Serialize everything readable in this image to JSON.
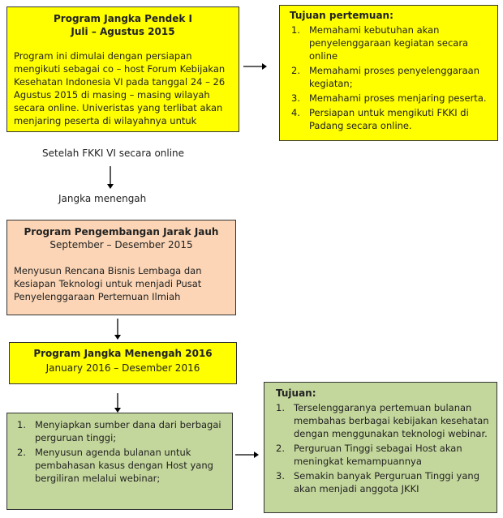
{
  "box1": {
    "title": "Program Jangka Pendek I",
    "period": "Juli – Agustus 2015",
    "body": "Program ini dimulai dengan persiapan mengikuti sebagai co – host Forum Kebijakan Kesehatan Indonesia VI pada tanggal 24 – 26 Agustus 2015 di masing – masing wilayah secara online. Univeristas yang terlibat akan menjaring peserta di wilayahnya untuk"
  },
  "goal1": {
    "heading": "Tujuan pertemuan:",
    "items": [
      {
        "num": "1.",
        "text": "Memahami kebutuhan akan penyelenggaraan  kegiatan secara online"
      },
      {
        "num": "2.",
        "text": "Memahami proses penyelenggaraan kegiatan;"
      },
      {
        "num": "3.",
        "text": "Memahami proses menjaring  peserta."
      },
      {
        "num": "4.",
        "text": "Persiapan untuk mengikuti FKKI di Padang secara online."
      }
    ]
  },
  "label_after": "Setelah FKKI VI secara online",
  "label_mid": "Jangka menengah",
  "box2": {
    "title": "Program Pengembangan Jarak Jauh",
    "period": "September – Desember 2015",
    "body": "Menyusun Rencana Bisnis Lembaga dan Kesiapan Teknologi untuk menjadi Pusat Penyelenggaraan  Pertemuan Ilmiah"
  },
  "box3": {
    "title": "Program Jangka Menengah 2016",
    "period": "January 2016 – Desember 2016"
  },
  "box4": {
    "items": [
      {
        "num": "1.",
        "text": "Menyiapkan sumber dana dari berbagai perguruan tinggi;"
      },
      {
        "num": "2.",
        "text": "Menyusun agenda bulanan untuk pembahasan kasus dengan Host yang bergiliran melalui webinar;"
      }
    ]
  },
  "goal2": {
    "heading": "Tujuan:",
    "items": [
      {
        "num": "1.",
        "text": "Terselenggaranya pertemuan bulanan membahas berbagai kebijakan kesehatan dengan menggunakan teknologi webinar."
      },
      {
        "num": "2.",
        "text": "Perguruan Tinggi sebagai Host akan meningkat kemampuannya"
      },
      {
        "num": "3.",
        "text": "Semakin banyak Perguruan Tinggi yang akan menjadi anggota JKKI"
      }
    ]
  }
}
